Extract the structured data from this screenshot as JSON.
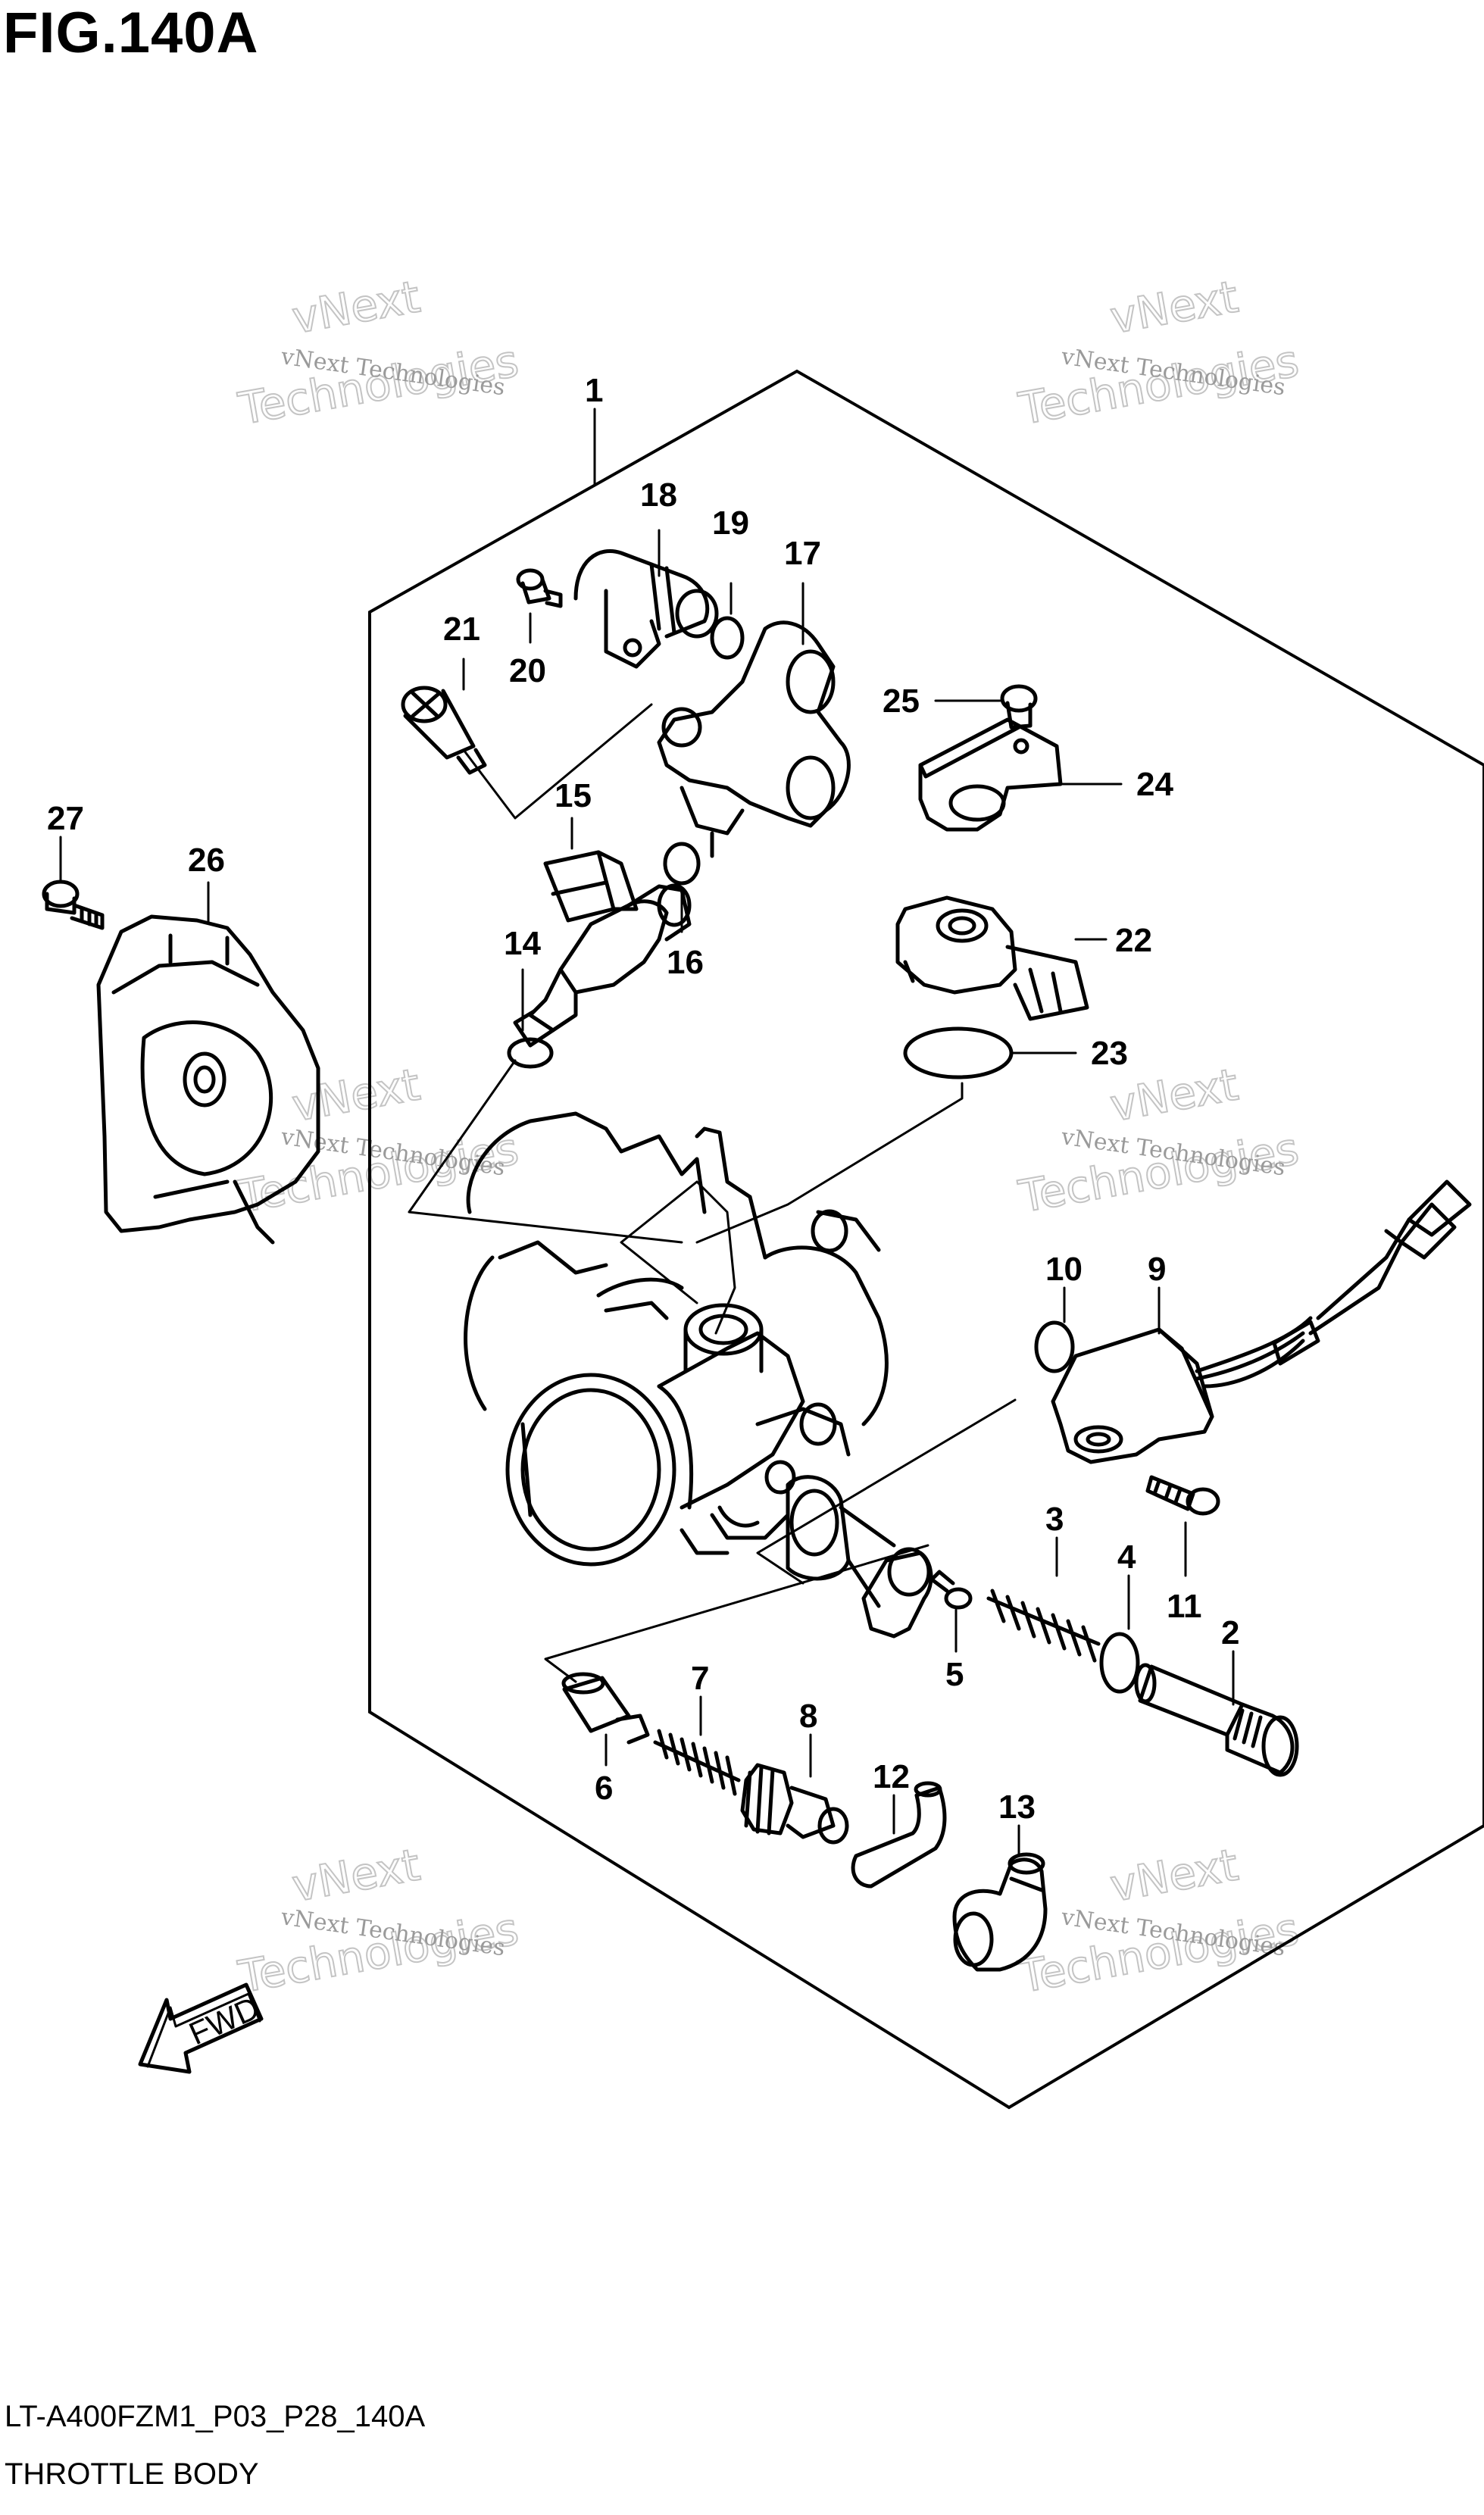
{
  "figure": {
    "title": "FIG.140A",
    "code": "LT-A400FZM1_P03_P28_140A",
    "name": "THROTTLE BODY"
  },
  "watermark": {
    "line1": "vNext Technologies",
    "line2": "vNext",
    "line3": "Technologies"
  },
  "fwd_label": "FWD",
  "callouts": {
    "c1": "1",
    "c2": "2",
    "c3": "3",
    "c4": "4",
    "c5": "5",
    "c6": "6",
    "c7": "7",
    "c8": "8",
    "c9": "9",
    "c10": "10",
    "c11": "11",
    "c12": "12",
    "c13": "13",
    "c14": "14",
    "c15": "15",
    "c16": "16",
    "c17": "17",
    "c18": "18",
    "c19": "19",
    "c20": "20",
    "c21": "21",
    "c22": "22",
    "c23": "23",
    "c24": "24",
    "c25": "25",
    "c26": "26",
    "c27": "27"
  }
}
